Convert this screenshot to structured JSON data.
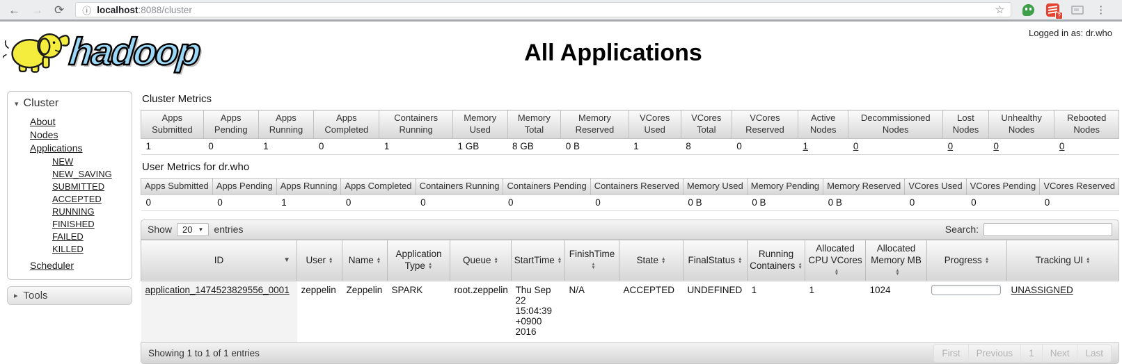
{
  "browser": {
    "url_host": "localhost",
    "url_rest": ":8088/cluster",
    "extension_badge": "?"
  },
  "icons": {
    "back": "←",
    "forward": "→",
    "refresh": "⟳",
    "site_info": "ⓘ",
    "bookmark_star": "☆",
    "browser_menu": "⋮",
    "caret_down": "▾",
    "caret_right": "▸",
    "sort_up": "▲",
    "sort_down": "▼",
    "sorted_caret": "▼",
    "select_caret": "▼"
  },
  "colors": {
    "hadoop_blue": "#9cd8f8",
    "elephant_yellow": "#f4ed3d",
    "extension_red": "#e44332",
    "extension_green": "#3d9f47"
  },
  "header": {
    "logo_text": "hadoop",
    "title": "All Applications",
    "logged_in": "Logged in as: dr.who"
  },
  "sidebar": {
    "cluster_label": "Cluster",
    "links": [
      "About",
      "Nodes",
      "Applications"
    ],
    "state_links": [
      "NEW",
      "NEW_SAVING",
      "SUBMITTED",
      "ACCEPTED",
      "RUNNING",
      "FINISHED",
      "FAILED",
      "KILLED"
    ],
    "scheduler_label": "Scheduler",
    "tools_label": "Tools"
  },
  "cluster_metrics": {
    "title": "Cluster Metrics",
    "headers": [
      "Apps Submitted",
      "Apps Pending",
      "Apps Running",
      "Apps Completed",
      "Containers Running",
      "Memory Used",
      "Memory Total",
      "Memory Reserved",
      "VCores Used",
      "VCores Total",
      "VCores Reserved",
      "Active Nodes",
      "Decommissioned Nodes",
      "Lost Nodes",
      "Unhealthy Nodes",
      "Rebooted Nodes"
    ],
    "values": [
      "1",
      "0",
      "1",
      "0",
      "1",
      "1 GB",
      "8 GB",
      "0 B",
      "1",
      "8",
      "0",
      "1",
      "0",
      "0",
      "0",
      "0"
    ]
  },
  "user_metrics": {
    "title": "User Metrics for dr.who",
    "headers": [
      "Apps Submitted",
      "Apps Pending",
      "Apps Running",
      "Apps Completed",
      "Containers Running",
      "Containers Pending",
      "Containers Reserved",
      "Memory Used",
      "Memory Pending",
      "Memory Reserved",
      "VCores Used",
      "VCores Pending",
      "VCores Reserved"
    ],
    "values": [
      "0",
      "0",
      "1",
      "0",
      "0",
      "0",
      "0",
      "0 B",
      "0 B",
      "0 B",
      "0",
      "0",
      "0"
    ]
  },
  "table_controls": {
    "show_label": "Show",
    "page_size": "20",
    "entries_label": "entries",
    "search_label": "Search:",
    "search_value": ""
  },
  "apps_table": {
    "headers": [
      "ID",
      "User",
      "Name",
      "Application Type",
      "Queue",
      "StartTime",
      "FinishTime",
      "State",
      "FinalStatus",
      "Running Containers",
      "Allocated CPU VCores",
      "Allocated Memory MB",
      "Progress",
      "Tracking UI"
    ],
    "row": {
      "id": "application_1474523829556_0001",
      "user": "zeppelin",
      "name": "Zeppelin",
      "type": "SPARK",
      "queue": "root.zeppelin",
      "start_time": "Thu Sep 22 15:04:39 +0900 2016",
      "finish_time": "N/A",
      "state": "ACCEPTED",
      "final_status": "UNDEFINED",
      "running_containers": "1",
      "allocated_vcores": "1",
      "allocated_memory_mb": "1024",
      "progress_percent": 0,
      "tracking_ui": "UNASSIGNED"
    }
  },
  "footer": {
    "info": "Showing 1 to 1 of 1 entries",
    "pagination": [
      "First",
      "Previous",
      "1",
      "Next",
      "Last"
    ]
  }
}
